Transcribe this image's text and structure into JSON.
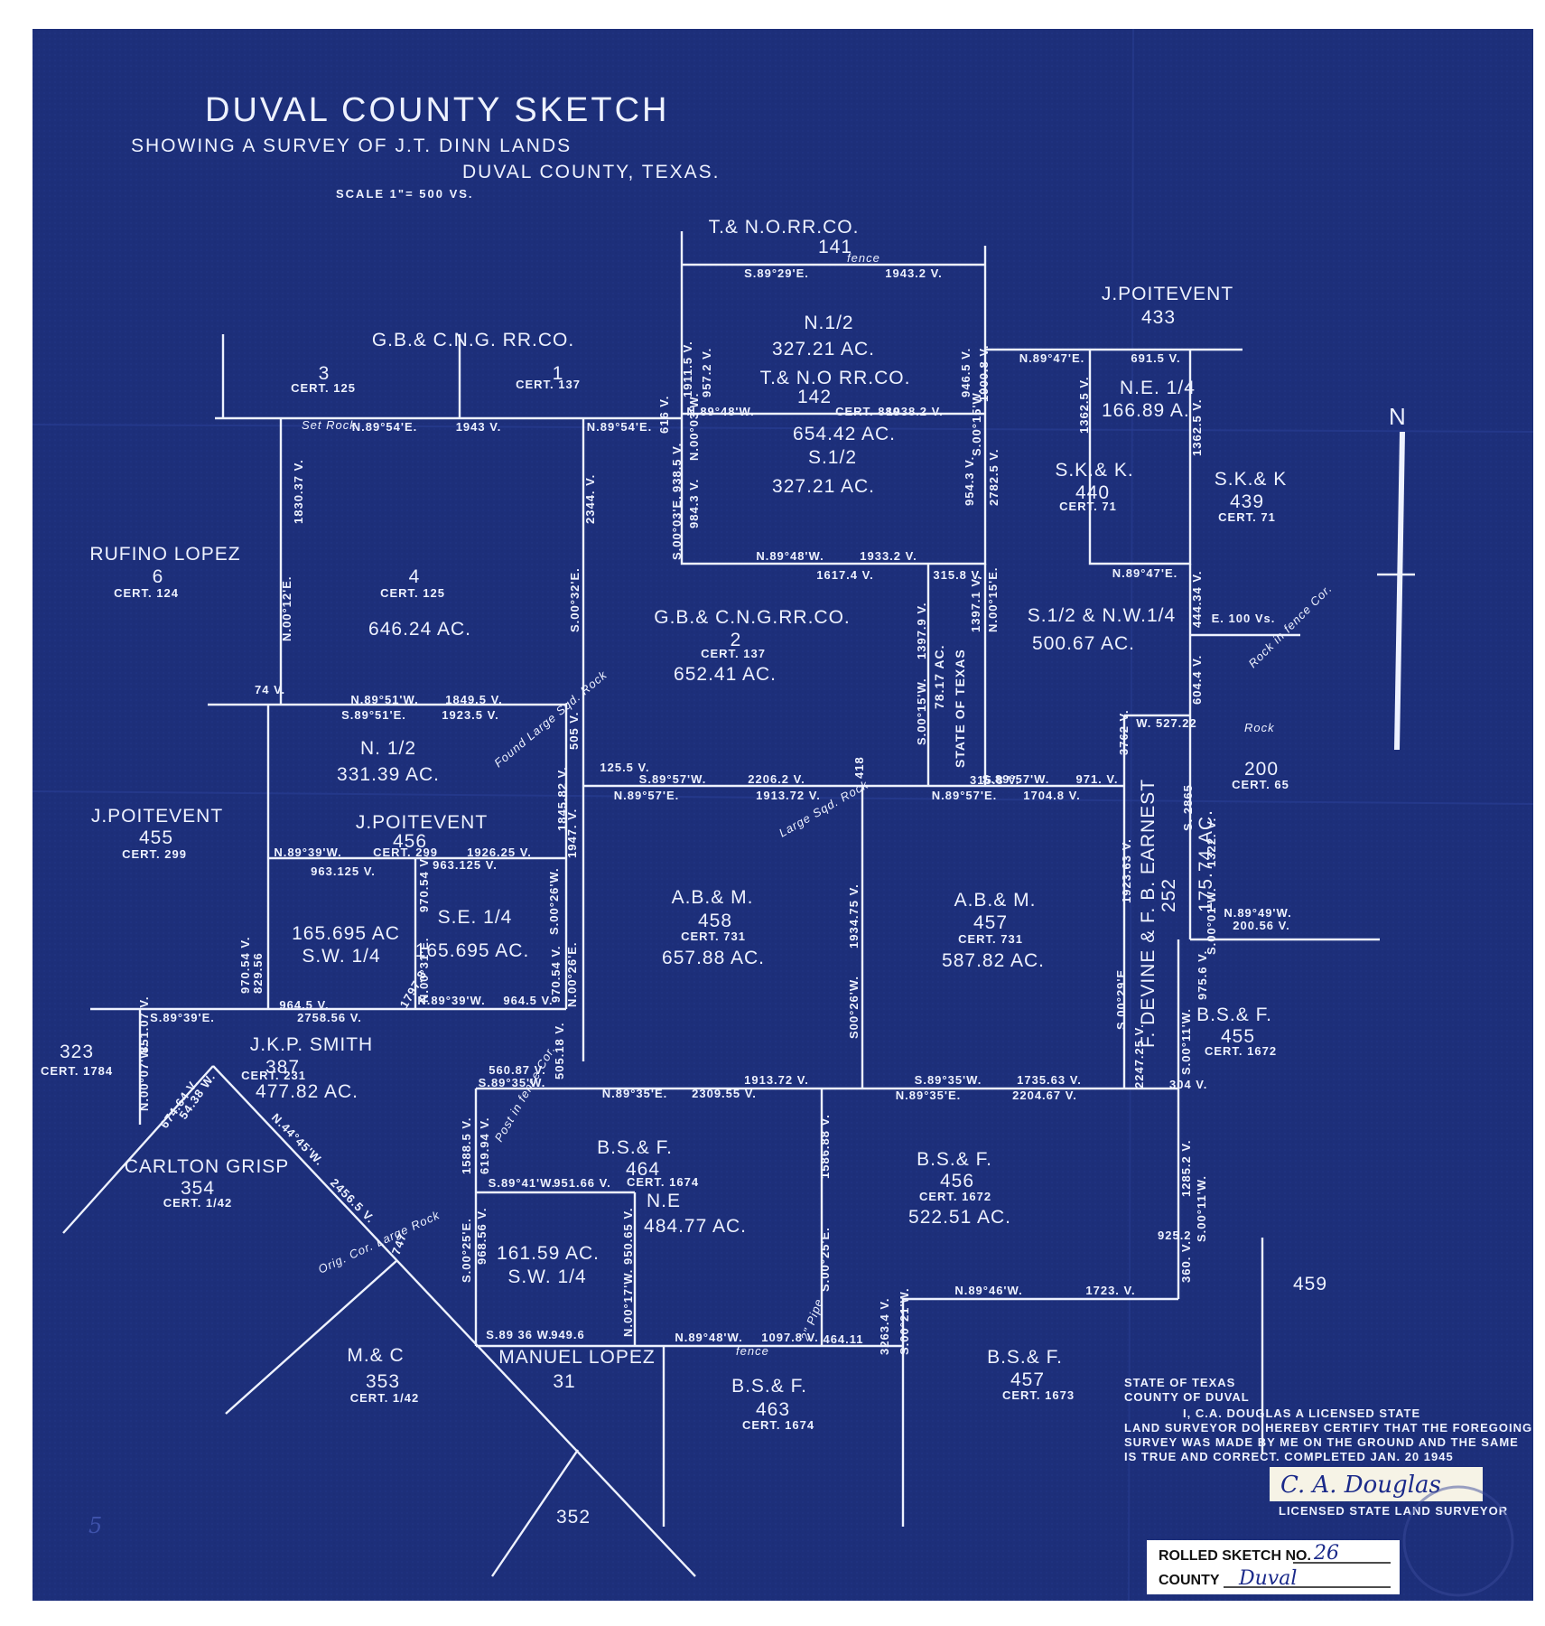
{
  "map": {
    "title": "DUVAL COUNTY SKETCH",
    "subtitle_1": "SHOWING A SURVEY OF J.T. DINN LANDS",
    "subtitle_2": "DUVAL COUNTY, TEXAS.",
    "scale": "SCALE 1\"= 500 VS.",
    "north_label": "N",
    "colors": {
      "paper": "#1d2f7a",
      "ink": "#eef2ff",
      "stamp_ink": "#1b2a8a"
    }
  },
  "parcels": [
    {
      "id": "tno-141",
      "name": "T.& N.O.RR.CO.",
      "number": "141",
      "cert": "",
      "acres": ""
    },
    {
      "id": "poitevent-433",
      "name": "J.POITEVENT",
      "number": "433",
      "cert": "",
      "acres": ""
    },
    {
      "id": "gbcng-header",
      "name": "G.B.& C.N.G. RR.CO.",
      "number": "",
      "cert": "",
      "acres": ""
    },
    {
      "id": "gb-3",
      "name": "",
      "number": "3",
      "cert": "CERT. 125",
      "acres": ""
    },
    {
      "id": "gb-1",
      "name": "",
      "number": "1",
      "cert": "CERT. 137",
      "acres": ""
    },
    {
      "id": "tno-142-n",
      "name": "N.1/2",
      "number": "",
      "cert": "",
      "acres": "327.21 AC."
    },
    {
      "id": "tno-142",
      "name": "T.& N.O RR.CO.",
      "number": "142",
      "cert": "CERT. 880",
      "acres": "654.42 AC."
    },
    {
      "id": "tno-142-s",
      "name": "S.1/2",
      "number": "",
      "cert": "",
      "acres": "327.21 AC."
    },
    {
      "id": "ne-quarter",
      "name": "N.E. 1/4",
      "number": "",
      "cert": "",
      "acres": "166.89 A."
    },
    {
      "id": "skk-440",
      "name": "S.K.& K.",
      "number": "440",
      "cert": "CERT. 71",
      "acres": ""
    },
    {
      "id": "skk-439",
      "name": "S.K.& K",
      "number": "439",
      "cert": "CERT. 71",
      "acres": ""
    },
    {
      "id": "rufino-lopez",
      "name": "RUFINO LOPEZ",
      "number": "6",
      "cert": "CERT. 124",
      "acres": ""
    },
    {
      "id": "gb-4",
      "name": "",
      "number": "4",
      "cert": "CERT. 125",
      "acres": "646.24 AC."
    },
    {
      "id": "gb-2",
      "name": "G.B.& C.N.G.RR.CO.",
      "number": "2",
      "cert": "CERT. 137",
      "acres": "652.41 AC."
    },
    {
      "id": "s-half-nw",
      "name": "S.1/2 & N.W.1/4",
      "number": "",
      "cert": "",
      "acres": "500.67 AC."
    },
    {
      "id": "state-texas",
      "name": "STATE OF TEXAS",
      "number": "",
      "cert": "",
      "acres": "78.17 AC."
    },
    {
      "id": "n-half-456",
      "name": "N. 1/2",
      "number": "",
      "cert": "",
      "acres": "331.39 AC."
    },
    {
      "id": "poitevent-455",
      "name": "J.POITEVENT",
      "number": "455",
      "cert": "CERT. 299",
      "acres": ""
    },
    {
      "id": "poitevent-456",
      "name": "J.POITEVENT",
      "number": "456",
      "cert": "CERT. 299",
      "acres": ""
    },
    {
      "id": "sw-456",
      "name": "S.W. 1/4",
      "number": "",
      "cert": "",
      "acres": "165.695 AC"
    },
    {
      "id": "se-456",
      "name": "S.E. 1/4",
      "number": "",
      "cert": "",
      "acres": "165.695 AC."
    },
    {
      "id": "abm-458",
      "name": "A.B.& M.",
      "number": "458",
      "cert": "CERT. 731",
      "acres": "657.88 AC."
    },
    {
      "id": "abm-457",
      "name": "A.B.& M.",
      "number": "457",
      "cert": "CERT. 731",
      "acres": "587.82 AC."
    },
    {
      "id": "earnest-252",
      "name": "F. DEVINE & F. B. EARNEST",
      "number": "252",
      "cert": "S. 2865",
      "acres": "175.74 AC."
    },
    {
      "id": "p-200",
      "name": "",
      "number": "200",
      "cert": "CERT. 65",
      "acres": ""
    },
    {
      "id": "p-323",
      "name": "",
      "number": "323",
      "cert": "CERT. 1784",
      "acres": ""
    },
    {
      "id": "smith-387",
      "name": "J.K.P. SMITH",
      "number": "387",
      "cert": "CERT. 231",
      "acres": "477.82 AC."
    },
    {
      "id": "bsf-455",
      "name": "B.S.& F.",
      "number": "455",
      "cert": "CERT. 1672",
      "acres": ""
    },
    {
      "id": "grisp-354",
      "name": "CARLTON GRISP",
      "number": "354",
      "cert": "CERT. 1/42",
      "acres": ""
    },
    {
      "id": "bsf-464",
      "name": "B.S.& F.",
      "number": "464",
      "cert": "CERT. 1674",
      "acres": ""
    },
    {
      "id": "ne-464",
      "name": "N.E",
      "number": "",
      "cert": "",
      "acres": "484.77 AC."
    },
    {
      "id": "sw-464",
      "name": "S.W. 1/4",
      "number": "",
      "cert": "",
      "acres": "161.59 AC."
    },
    {
      "id": "bsf-456",
      "name": "B.S.& F.",
      "number": "456",
      "cert": "CERT. 1672",
      "acres": "522.51 AC."
    },
    {
      "id": "p-459",
      "name": "",
      "number": "459",
      "cert": "",
      "acres": ""
    },
    {
      "id": "mc-353",
      "name": "M.& C",
      "number": "353",
      "cert": "CERT. 1/42",
      "acres": ""
    },
    {
      "id": "manuel-lopez",
      "name": "MANUEL LOPEZ",
      "number": "31",
      "cert": "",
      "acres": ""
    },
    {
      "id": "bsf-463",
      "name": "B.S.& F.",
      "number": "463",
      "cert": "CERT. 1674",
      "acres": ""
    },
    {
      "id": "bsf-457",
      "name": "B.S.& F.",
      "number": "457",
      "cert": "CERT. 1673",
      "acres": ""
    },
    {
      "id": "p-352",
      "name": "",
      "number": "352",
      "cert": "",
      "acres": ""
    }
  ],
  "bearings": [
    {
      "id": "b1",
      "text": "S.89°29'E."
    },
    {
      "id": "b2",
      "text": "1943.2 V."
    },
    {
      "id": "b3",
      "text": "N.89°54'E."
    },
    {
      "id": "b4",
      "text": "1943 V."
    },
    {
      "id": "b5",
      "text": "N.89°54'E."
    },
    {
      "id": "b6",
      "text": "N.89°48'W."
    },
    {
      "id": "b7",
      "text": "1938.2 V."
    },
    {
      "id": "b8",
      "text": "N.89°47'E."
    },
    {
      "id": "b9",
      "text": "691.5 V."
    },
    {
      "id": "b10",
      "text": "N.89°48'W."
    },
    {
      "id": "b11",
      "text": "1933.2 V."
    },
    {
      "id": "b12",
      "text": "1617.4 V."
    },
    {
      "id": "b13",
      "text": "315.8 V."
    },
    {
      "id": "b14",
      "text": "N.89°47'E."
    },
    {
      "id": "b15",
      "text": "N.89°51'W."
    },
    {
      "id": "b16",
      "text": "1849.5 V."
    },
    {
      "id": "b17",
      "text": "S.89°51'E."
    },
    {
      "id": "b18",
      "text": "1923.5 V."
    },
    {
      "id": "b19",
      "text": "S.89°57'W."
    },
    {
      "id": "b20",
      "text": "2206.2 V."
    },
    {
      "id": "b21",
      "text": "N.89°57'E."
    },
    {
      "id": "b22",
      "text": "1913.72 V."
    },
    {
      "id": "b23",
      "text": "N.89°57'E."
    },
    {
      "id": "b24",
      "text": "1704.8 V."
    },
    {
      "id": "b25",
      "text": "S.89°57'W."
    },
    {
      "id": "b26",
      "text": "971. V."
    },
    {
      "id": "b27",
      "text": "N.89°39'W."
    },
    {
      "id": "b28",
      "text": "1926.25 V."
    },
    {
      "id": "b29",
      "text": "963.125 V."
    },
    {
      "id": "b30",
      "text": "963.125 V."
    },
    {
      "id": "b31",
      "text": "S.89°39'E."
    },
    {
      "id": "b32",
      "text": "964.5 V."
    },
    {
      "id": "b33",
      "text": "2758.56 V."
    },
    {
      "id": "b34",
      "text": "N.89°39'W."
    },
    {
      "id": "b35",
      "text": "964.5 V."
    },
    {
      "id": "b36",
      "text": "S.89°35'W."
    },
    {
      "id": "b37",
      "text": "1913.72 V."
    },
    {
      "id": "b38",
      "text": "N.89°35'E."
    },
    {
      "id": "b39",
      "text": "2309.55 V."
    },
    {
      "id": "b40",
      "text": "S.89°35'W."
    },
    {
      "id": "b41",
      "text": "1735.63 V."
    },
    {
      "id": "b42",
      "text": "N.89°35'E."
    },
    {
      "id": "b43",
      "text": "2204.67 V."
    },
    {
      "id": "b44",
      "text": "S.89°41'W."
    },
    {
      "id": "b45",
      "text": "951.66 V."
    },
    {
      "id": "b46",
      "text": "S.89 36 W."
    },
    {
      "id": "b47",
      "text": "949.6"
    },
    {
      "id": "b48",
      "text": "N.89°48'W."
    },
    {
      "id": "b49",
      "text": "1097.8 V."
    },
    {
      "id": "b50",
      "text": "464.11"
    },
    {
      "id": "b51",
      "text": "N.89°46'W."
    },
    {
      "id": "b52",
      "text": "1723. V."
    },
    {
      "id": "b53",
      "text": "W. 527.22"
    },
    {
      "id": "b54",
      "text": "E. 100 Vs."
    },
    {
      "id": "b55",
      "text": "N.89°49'W."
    },
    {
      "id": "b56",
      "text": "200.56 V."
    },
    {
      "id": "b57",
      "text": "560.87 V."
    },
    {
      "id": "b58",
      "text": "125.5 V."
    },
    {
      "id": "b59",
      "text": "N.00°12'E."
    },
    {
      "id": "b60",
      "text": "1830.37 V."
    },
    {
      "id": "b61",
      "text": "S.00°32'E."
    },
    {
      "id": "b62",
      "text": "2344. V."
    },
    {
      "id": "b63",
      "text": "1397.9 V."
    },
    {
      "id": "b64",
      "text": "S.00°15'W."
    },
    {
      "id": "b65",
      "text": "1923.63 V."
    },
    {
      "id": "b66",
      "text": "S.00°01'W."
    },
    {
      "id": "b67",
      "text": "1322. V."
    },
    {
      "id": "b68",
      "text": "1934.75 V."
    },
    {
      "id": "b69",
      "text": "S00°26'W."
    },
    {
      "id": "b70",
      "text": "1586.88 V."
    },
    {
      "id": "b71",
      "text": "S.00°25'E."
    },
    {
      "id": "b72",
      "text": "S.00°11'W."
    },
    {
      "id": "b73",
      "text": "975.6 V."
    },
    {
      "id": "b74",
      "text": "1285.2 V."
    },
    {
      "id": "b75",
      "text": "360. V."
    },
    {
      "id": "b76",
      "text": "N.44°45'W."
    },
    {
      "id": "b77",
      "text": "2456.5 V."
    },
    {
      "id": "b78",
      "text": "N.00°07'W."
    },
    {
      "id": "b79",
      "text": "851.07 V."
    },
    {
      "id": "b80",
      "text": "970.54 V."
    },
    {
      "id": "b81",
      "text": "N.00°31'E."
    },
    {
      "id": "b82",
      "text": "970.54 V."
    },
    {
      "id": "b83",
      "text": "S.00°26'W."
    },
    {
      "id": "b84",
      "text": "1947. V."
    },
    {
      "id": "b85",
      "text": "N.00°26'E."
    },
    {
      "id": "b86",
      "text": "970.54 V."
    },
    {
      "id": "b87",
      "text": "1845.82 V."
    },
    {
      "id": "b88",
      "text": "505 V."
    },
    {
      "id": "b89",
      "text": "505.18 V."
    },
    {
      "id": "b90",
      "text": "S.00°25'E."
    },
    {
      "id": "b91",
      "text": "968.56 V."
    },
    {
      "id": "b92",
      "text": "1588.5 V."
    },
    {
      "id": "b93",
      "text": "619.94 V."
    },
    {
      "id": "b94",
      "text": "950.65 V."
    },
    {
      "id": "b95",
      "text": "N.00°17'W."
    },
    {
      "id": "b96",
      "text": "1911.5 V."
    },
    {
      "id": "b97",
      "text": "957.2 V."
    },
    {
      "id": "b98",
      "text": "616 V."
    },
    {
      "id": "b99",
      "text": "938.5 V."
    },
    {
      "id": "b100",
      "text": "984.3 V."
    },
    {
      "id": "b101",
      "text": "N.00°03'W."
    },
    {
      "id": "b102",
      "text": "S.00°03'E."
    },
    {
      "id": "b103",
      "text": "946.5 V."
    },
    {
      "id": "b104",
      "text": "1900.8 V."
    },
    {
      "id": "b105",
      "text": "954.3 V."
    },
    {
      "id": "b106",
      "text": "S.00°15'W."
    },
    {
      "id": "b107",
      "text": "2782.5 V."
    },
    {
      "id": "b108",
      "text": "1397.1 V."
    },
    {
      "id": "b109",
      "text": "N.00°15'E."
    },
    {
      "id": "b110",
      "text": "604.4 V."
    },
    {
      "id": "b111",
      "text": "444.34 V."
    },
    {
      "id": "b112",
      "text": "1362.5 V."
    },
    {
      "id": "b113",
      "text": "1362.5 V."
    },
    {
      "id": "b114",
      "text": "3762 V."
    },
    {
      "id": "b115",
      "text": "S.00°29'E."
    },
    {
      "id": "b116",
      "text": "2247.25 V."
    },
    {
      "id": "b117",
      "text": "S.00°11'W."
    },
    {
      "id": "b118",
      "text": "304 V."
    },
    {
      "id": "b119",
      "text": "925.2"
    },
    {
      "id": "b120",
      "text": "3263.4 V."
    },
    {
      "id": "b121",
      "text": "S.00°21'W."
    },
    {
      "id": "b122",
      "text": "54.38 W."
    },
    {
      "id": "b123",
      "text": "674.64 V."
    },
    {
      "id": "b124",
      "text": "418"
    },
    {
      "id": "b125",
      "text": "74 V."
    },
    {
      "id": "b126",
      "text": "1797.8"
    },
    {
      "id": "b127",
      "text": "829.56"
    },
    {
      "id": "b128",
      "text": "315.8 V."
    },
    {
      "id": "b129",
      "text": "747"
    }
  ],
  "notes": [
    {
      "id": "n1",
      "text": "fence"
    },
    {
      "id": "n2",
      "text": "Rock in fence Cor."
    },
    {
      "id": "n3",
      "text": "Set Rock"
    },
    {
      "id": "n4",
      "text": "Large Sqd. Rock"
    },
    {
      "id": "n5",
      "text": "Found Large Sqd. Rock"
    },
    {
      "id": "n6",
      "text": "Post in fence Cor."
    },
    {
      "id": "n7",
      "text": "Orig. Cor. Large Rock"
    },
    {
      "id": "n8",
      "text": "2\" Pipe"
    },
    {
      "id": "n9",
      "text": "fence"
    },
    {
      "id": "n10",
      "text": "Rock"
    }
  ],
  "certification": {
    "line_1": "STATE OF TEXAS",
    "line_2": "COUNTY OF DUVAL",
    "line_3": "I, C.A. DOUGLAS A LICENSED STATE",
    "line_4": "LAND SURVEYOR DO HEREBY CERTIFY THAT THE FOREGOING",
    "line_5": "SURVEY WAS MADE BY ME ON THE GROUND AND THE SAME",
    "line_6": "IS TRUE AND CORRECT. COMPLETED JAN. 20 1945",
    "signature": "C. A. Douglas",
    "signer_title": "LICENSED STATE LAND SURVEYOR"
  },
  "stamp": {
    "sketch_label": "ROLLED SKETCH NO.",
    "sketch_value": "26",
    "county_label": "COUNTY",
    "county_value": "Duval"
  },
  "margin_mark": "5"
}
